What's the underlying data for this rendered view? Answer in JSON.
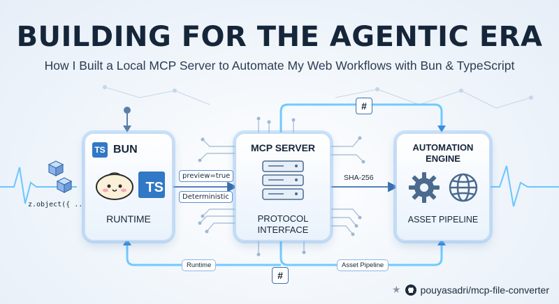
{
  "header": {
    "title": "BUILDING FOR THE AGENTIC ERA",
    "subtitle": "How I Built a Local MCP Server to Automate My Web Workflows with Bun & TypeScript"
  },
  "nodes": {
    "bun": {
      "ts_badge": "TS",
      "title": "BUN",
      "ts_logo": "TS",
      "label": "RUNTIME"
    },
    "mcp": {
      "title": "MCP SERVER",
      "label_line1": "PROTOCOL",
      "label_line2": "INTERFACE"
    },
    "engine": {
      "title_line1": "AUTOMATION",
      "title_line2": "ENGINE",
      "label": "ASSET PIPELINE"
    }
  },
  "connectors": {
    "preview": "preview=true",
    "deterministic": "Deterministic",
    "sha": "SHA-256",
    "runtime": "Runtime",
    "asset_pipeline": "Asset Pipeline",
    "hash_top": "#",
    "hash_bottom": "#"
  },
  "left_snippet": "z.object({ ... })",
  "footer": {
    "repo": "pouyasadri/mcp-file-converter"
  },
  "colors": {
    "accent": "#3178c6",
    "glow": "#5cc0ff",
    "text": "#16263a"
  },
  "icons": [
    "cube-icon",
    "bun-mascot-icon",
    "server-icon",
    "gear-icon",
    "globe-icon",
    "github-icon",
    "star-icon"
  ]
}
